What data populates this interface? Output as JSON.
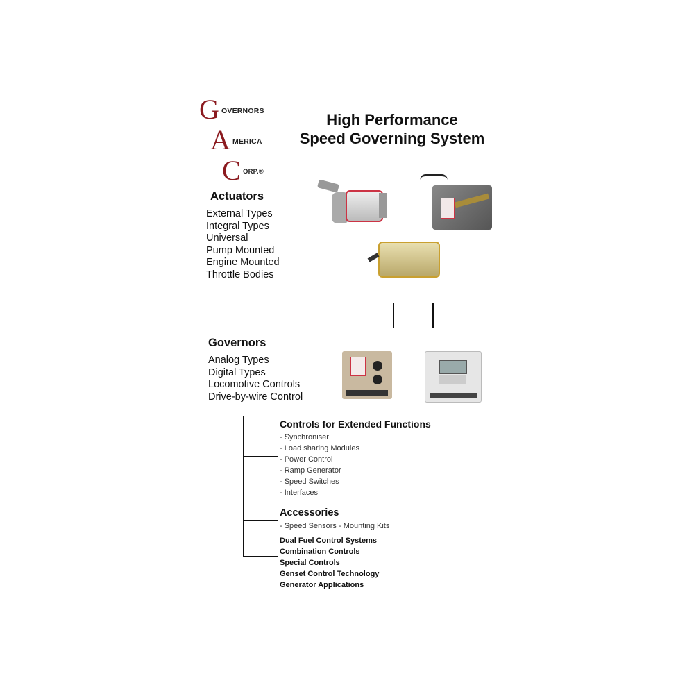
{
  "logo": {
    "letters": [
      "G",
      "A",
      "C"
    ],
    "words": [
      "OVERNORS",
      "MERICA",
      "ORP.®"
    ]
  },
  "title": [
    "High Performance",
    "Speed Governing System"
  ],
  "actuators": {
    "heading": "Actuators",
    "items": [
      "External Types",
      "Integral Types",
      "Universal",
      "Pump Mounted",
      "Engine Mounted",
      "Throttle Bodies"
    ]
  },
  "governors": {
    "heading": "Governors",
    "items": [
      "Analog Types",
      "Digital Types",
      "Locomotive Controls",
      "Drive-by-wire Control"
    ]
  },
  "extended": {
    "heading": "Controls for Extended Functions",
    "items": [
      "- Synchroniser",
      "- Load sharing Modules",
      "- Power Control",
      "- Ramp Generator",
      "- Speed Switches",
      "- Interfaces"
    ]
  },
  "accessories": {
    "heading": "Accessories",
    "items": [
      "- Speed Sensors - Mounting Kits"
    ]
  },
  "other": [
    "Dual Fuel Control Systems",
    "Combination Controls",
    "Special Controls",
    "Genset Control Technology",
    "Generator Applications"
  ],
  "colors": {
    "logo_red": "#8b1a1f"
  }
}
